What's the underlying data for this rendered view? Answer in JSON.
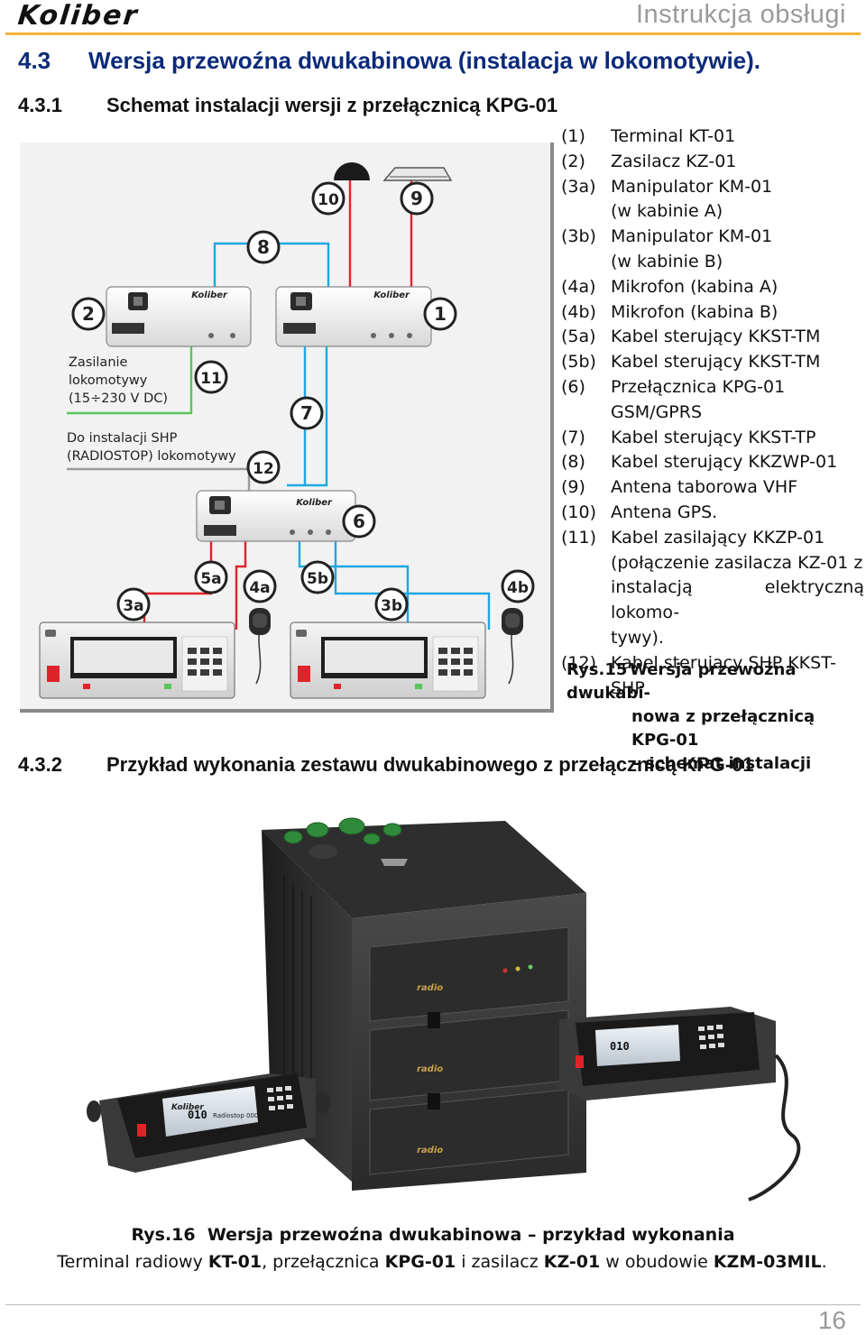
{
  "header": {
    "logo": "Koliber",
    "title": "Instrukcja obsługi"
  },
  "section_main": {
    "num": "4.3",
    "title": "Wersja przewoźna dwukabinowa (instalacja w lokomotywie)."
  },
  "section_1": {
    "num": "4.3.1",
    "title": "Schemat instalacji wersji z przełącznicą KPG-01"
  },
  "schematic": {
    "power_label": [
      "Zasilanie",
      "lokomotywy",
      "(15÷230 V DC)"
    ],
    "shp_label": [
      "Do instalacji SHP",
      "(RADIOSTOP) lokomotywy"
    ],
    "device_brand": "Koliber",
    "markers": [
      "1",
      "2",
      "3a",
      "3b",
      "4a",
      "4b",
      "5a",
      "5b",
      "6",
      "7",
      "8",
      "9",
      "10",
      "11",
      "12"
    ],
    "colors": {
      "red": "#e0232b",
      "blue": "#1ea7e1",
      "green": "#59c55a",
      "gray": "#9b9b9b"
    }
  },
  "legend": [
    {
      "k": "(1)",
      "v": "Terminal KT-01"
    },
    {
      "k": "(2)",
      "v": "Zasilacz KZ-01"
    },
    {
      "k": "(3a)",
      "v": "Manipulator KM-01"
    },
    {
      "k": "",
      "v": "(w kabinie A)"
    },
    {
      "k": "(3b)",
      "v": "Manipulator KM-01"
    },
    {
      "k": "",
      "v": "(w kabinie B)"
    },
    {
      "k": "(4a)",
      "v": "Mikrofon (kabina A)"
    },
    {
      "k": "(4b)",
      "v": "Mikrofon (kabina B)"
    },
    {
      "k": "(5a)",
      "v": "Kabel sterujący KKST-TM"
    },
    {
      "k": "(5b)",
      "v": "Kabel sterujący KKST-TM"
    },
    {
      "k": "(6)",
      "v": "Przełącznica KPG-01"
    },
    {
      "k": "",
      "v": "GSM/GPRS"
    },
    {
      "k": "(7)",
      "v": "Kabel sterujący KKST-TP"
    },
    {
      "k": "(8)",
      "v": "Kabel sterujący KKZWP-01"
    },
    {
      "k": "(9)",
      "v": "Antena taborowa VHF"
    },
    {
      "k": "(10)",
      "v": "Antena GPS."
    },
    {
      "k": "(11)",
      "v": "Kabel zasilający KKZP-01"
    },
    {
      "k": "",
      "v": "(połączenie zasilacza KZ-01 z"
    },
    {
      "k": "",
      "v": "instalacją elektryczną lokomo-"
    },
    {
      "k": "",
      "v": "tywy)."
    },
    {
      "k": "(12)",
      "v": "Kabel sterujący SHP KKST-SHP"
    }
  ],
  "caption15": {
    "num": "Rys.15",
    "line1": "Wersja przewoźna dwukabi-",
    "line2": "nowa z przełącznicą KPG-01",
    "line3": "– schemat instalacji"
  },
  "section_2": {
    "num": "4.3.2",
    "title": "Przykład wykonania zestawu dwukabinowego z przełącznicą KPG-01"
  },
  "photo": {
    "display_text": "010",
    "display_sub": "Radiostop 000",
    "screen_brand": "Koliber",
    "case_brand": "radio"
  },
  "caption16": {
    "num": "Rys.16",
    "text": "Wersja przewoźna dwukabinowa – przykład wykonania"
  },
  "desc16": {
    "p1": "Terminal radiowy ",
    "b1": "KT-01",
    "p2": ", przełącznica ",
    "b2": "KPG-01",
    "p3": " i zasilacz ",
    "b3": "KZ-01",
    "p4": " w obudowie ",
    "b4": "KZM-03MIL",
    "p5": "."
  },
  "footer": {
    "page": "16"
  }
}
